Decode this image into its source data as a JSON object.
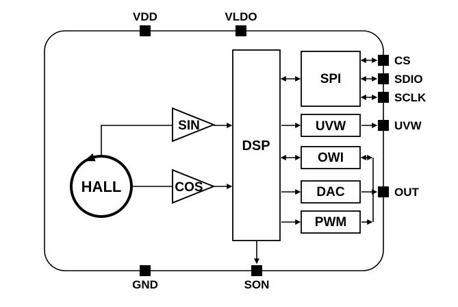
{
  "diagram": {
    "type": "ic-block-diagram",
    "colors": {
      "stroke": "#000000",
      "background": "#ffffff",
      "pad_fill": "#000000"
    },
    "pins": {
      "vdd": "VDD",
      "vldo": "VLDO",
      "gnd": "GND",
      "son": "SON",
      "cs": "CS",
      "sdio": "SDIO",
      "sclk": "SCLK",
      "uvw": "UVW",
      "out": "OUT"
    },
    "blocks": {
      "hall": "HALL",
      "sin_amp": "SIN",
      "cos_amp": "COS",
      "dsp": "DSP",
      "spi": "SPI",
      "uvw": "UVW",
      "owi": "OWI",
      "dac": "DAC",
      "pwm": "PWM"
    },
    "connections": [
      {
        "from": "HALL",
        "to": "SIN",
        "direction": "one-way"
      },
      {
        "from": "HALL",
        "to": "COS",
        "direction": "one-way"
      },
      {
        "from": "SIN",
        "to": "DSP",
        "direction": "one-way"
      },
      {
        "from": "COS",
        "to": "DSP",
        "direction": "one-way"
      },
      {
        "from": "DSP",
        "to": "SPI",
        "direction": "two-way"
      },
      {
        "from": "SPI",
        "to": "CS",
        "direction": "two-way"
      },
      {
        "from": "SPI",
        "to": "SDIO",
        "direction": "two-way"
      },
      {
        "from": "SPI",
        "to": "SCLK",
        "direction": "two-way"
      },
      {
        "from": "DSP",
        "to": "UVW",
        "direction": "one-way"
      },
      {
        "from": "UVW",
        "to": "UVW-pin",
        "direction": "one-way"
      },
      {
        "from": "DSP",
        "to": "OWI",
        "direction": "two-way"
      },
      {
        "from": "OWI",
        "to": "OUT-bus",
        "direction": "two-way"
      },
      {
        "from": "DSP",
        "to": "DAC",
        "direction": "one-way"
      },
      {
        "from": "DAC",
        "to": "OUT",
        "direction": "one-way"
      },
      {
        "from": "DSP",
        "to": "PWM",
        "direction": "one-way"
      },
      {
        "from": "PWM",
        "to": "OUT-bus",
        "direction": "one-way"
      },
      {
        "from": "DSP",
        "to": "SON",
        "direction": "one-way"
      }
    ]
  }
}
